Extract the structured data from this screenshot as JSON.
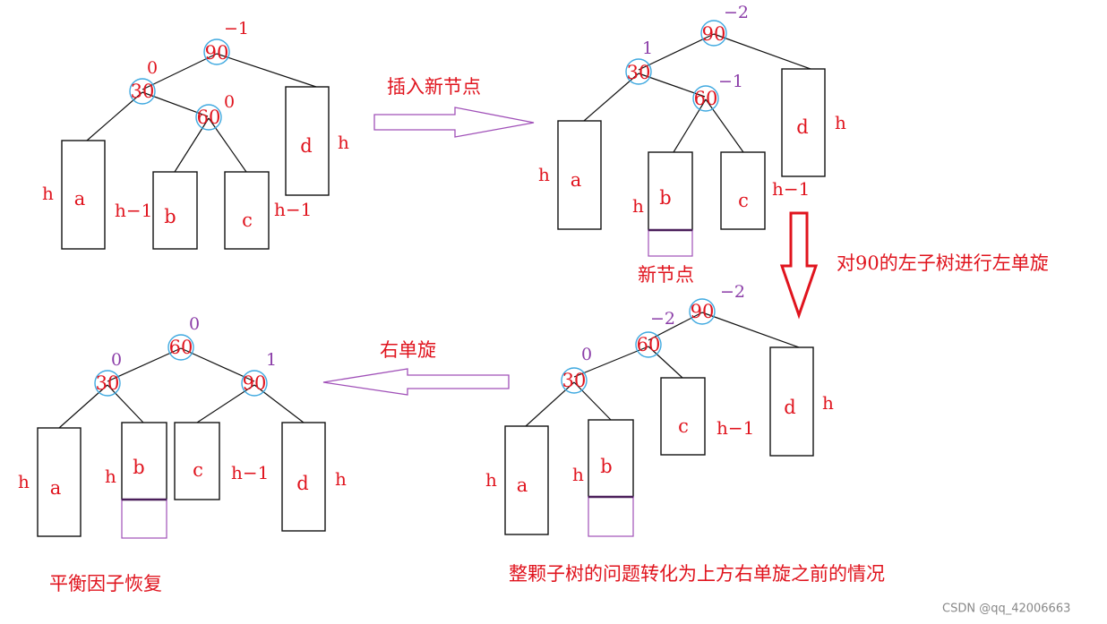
{
  "colors": {
    "node_text": "#e0141e",
    "node_ring": "#3fa9e0",
    "balance_purple": "#8b3da8",
    "balance_red": "#e0141e",
    "arrow_outline": "#a050b8",
    "big_arrow": "#e0141e"
  },
  "captions": {
    "insert": "插入新节点",
    "new_node": "新节点",
    "left_rotate_90": "对90的左子树进行左单旋",
    "right_rotate": "右单旋",
    "restored": "平衡因子恢复",
    "summary": "整颗子树的问题转化为上方右单旋之前的情况"
  },
  "watermark": "CSDN @qq_42006663",
  "d1": {
    "nodes": {
      "n90": "90",
      "n30": "30",
      "n60": "60"
    },
    "bf": {
      "n90": "−1",
      "n30": "0",
      "n60": "0"
    },
    "boxes": {
      "a": "a",
      "b": "b",
      "c": "c",
      "d": "d"
    },
    "heights": {
      "a": "h",
      "b": "h−1",
      "c": "h−1",
      "d": "h"
    }
  },
  "d2": {
    "nodes": {
      "n90": "90",
      "n30": "30",
      "n60": "60"
    },
    "bf": {
      "n90": "−2",
      "n30": "1",
      "n60": "−1"
    },
    "boxes": {
      "a": "a",
      "b": "b",
      "c": "c",
      "d": "d"
    },
    "heights": {
      "a": "h",
      "b": "h",
      "c": "h−1",
      "d": "h"
    }
  },
  "d3": {
    "nodes": {
      "n90": "90",
      "n60": "60",
      "n30": "30"
    },
    "bf": {
      "n90": "−2",
      "n60": "−2",
      "n30": "0"
    },
    "boxes": {
      "a": "a",
      "b": "b",
      "c": "c",
      "d": "d"
    },
    "heights": {
      "a": "h",
      "b": "h",
      "c": "h−1",
      "d": "h"
    }
  },
  "d4": {
    "nodes": {
      "n60": "60",
      "n30": "30",
      "n90": "90"
    },
    "bf": {
      "n60": "0",
      "n30": "0",
      "n90": "1"
    },
    "boxes": {
      "a": "a",
      "b": "b",
      "c": "c",
      "d": "d"
    },
    "heights": {
      "a": "h",
      "b": "h",
      "c": "h−1",
      "d": "h"
    }
  }
}
